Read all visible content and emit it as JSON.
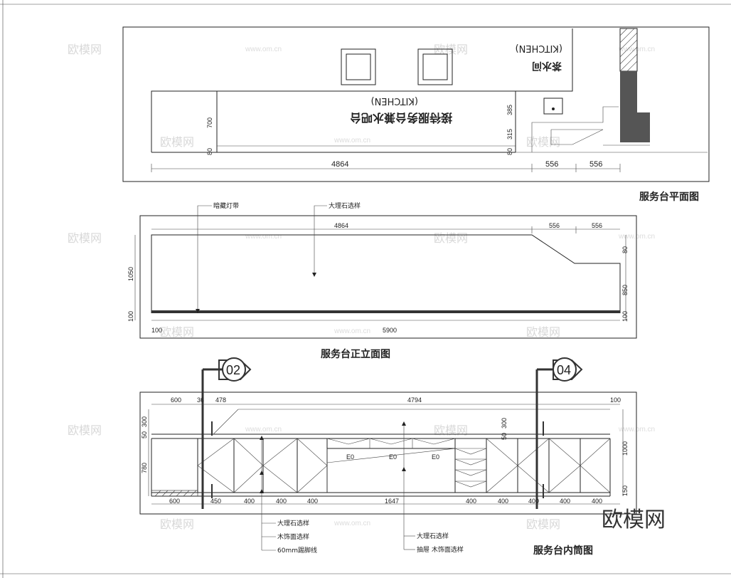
{
  "plan": {
    "title": "服务台平面图",
    "kitchen_cn": "茶水间",
    "kitchen_en": "(KITCHEN)",
    "counter_cn": "接待服务台兼水吧台",
    "counter_en": "(KITCHEN)",
    "dims": {
      "d700": "700",
      "d80": "80",
      "d385": "385",
      "d315": "315",
      "d80b": "80",
      "total": "4864",
      "s1": "556",
      "s2": "556"
    }
  },
  "front": {
    "title": "服务台正立面图",
    "label_light": "暗藏灯带",
    "label_marble": "大理石选样",
    "dims": {
      "top": "4864",
      "t1": "556",
      "t2": "556",
      "h1050": "1050",
      "h100": "100",
      "r80": "80",
      "r850": "850",
      "r100": "100",
      "b100": "100",
      "bottom": "5900"
    }
  },
  "inner": {
    "title": "服务台内筒图",
    "callout_left": "02",
    "callout_right": "04",
    "top_dims": [
      "600",
      "36",
      "478",
      "4794",
      "100"
    ],
    "left_dims": [
      "50",
      "300",
      "780"
    ],
    "right_dims": [
      "50",
      "300",
      "1000",
      "150"
    ],
    "drawer_labels": [
      "E0",
      "E0",
      "E0"
    ],
    "bottom_dims": [
      "600",
      "450",
      "400",
      "400",
      "400",
      "1647",
      "400",
      "400",
      "400",
      "400",
      "400"
    ],
    "notes_left": [
      "大理石选样",
      "木饰面选样",
      "60mm踢脚线"
    ],
    "notes_right": [
      "大理石选样",
      "抽屉 木饰面选样"
    ]
  },
  "watermark": {
    "brand": "欧模网",
    "site": "www.om.cn"
  }
}
